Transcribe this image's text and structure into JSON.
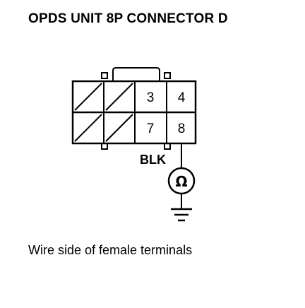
{
  "title": "OPDS UNIT 8P CONNECTOR D",
  "caption": "Wire side of female terminals",
  "connector": {
    "terminals_top": [
      "3",
      "4"
    ],
    "terminals_bottom": [
      "7",
      "8"
    ]
  },
  "wire_label": "BLK",
  "meter_symbol": "Ω",
  "icons": {
    "meter": "ohmmeter-icon",
    "ground": "ground-icon"
  }
}
